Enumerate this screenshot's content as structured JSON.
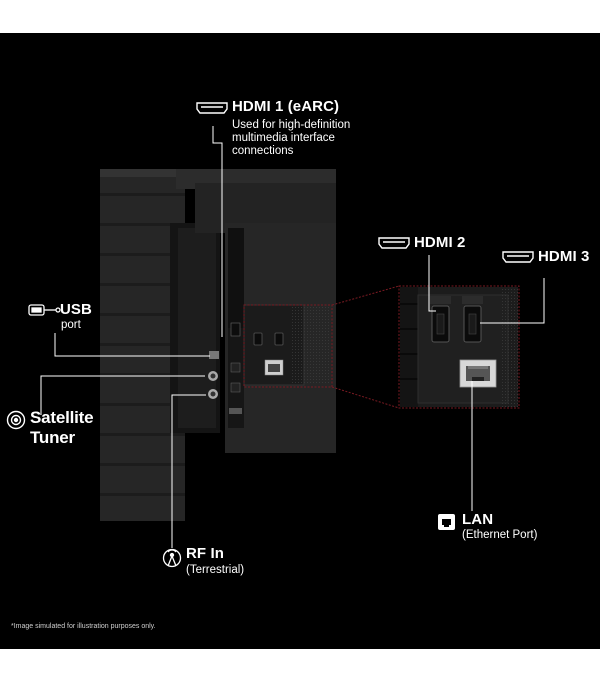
{
  "labels": {
    "hdmi1_title": "HDMI 1 (eARC)",
    "hdmi1_desc_1": "Used for high-definition",
    "hdmi1_desc_2": "multimedia interface",
    "hdmi1_desc_3": "connections",
    "hdmi2_title": "HDMI 2",
    "hdmi3_title": "HDMI 3",
    "usb_title": "USB",
    "usb_sub": "port",
    "satellite_1": "Satellite",
    "satellite_2": "Tuner",
    "rf_title": "RF In",
    "rf_sub": "(Terrestrial)",
    "lan_title": "LAN",
    "lan_sub": "(Ethernet Port)"
  },
  "footnote": "*Image simulated for illustration purposes only.",
  "icons": [
    "hdmi-connector-icon",
    "usb-icon",
    "satellite-icon",
    "antenna-icon",
    "ethernet-icon"
  ],
  "colors": {
    "background": "#000000",
    "text": "#ffffff",
    "zoom_outline": "#7a1a22"
  }
}
